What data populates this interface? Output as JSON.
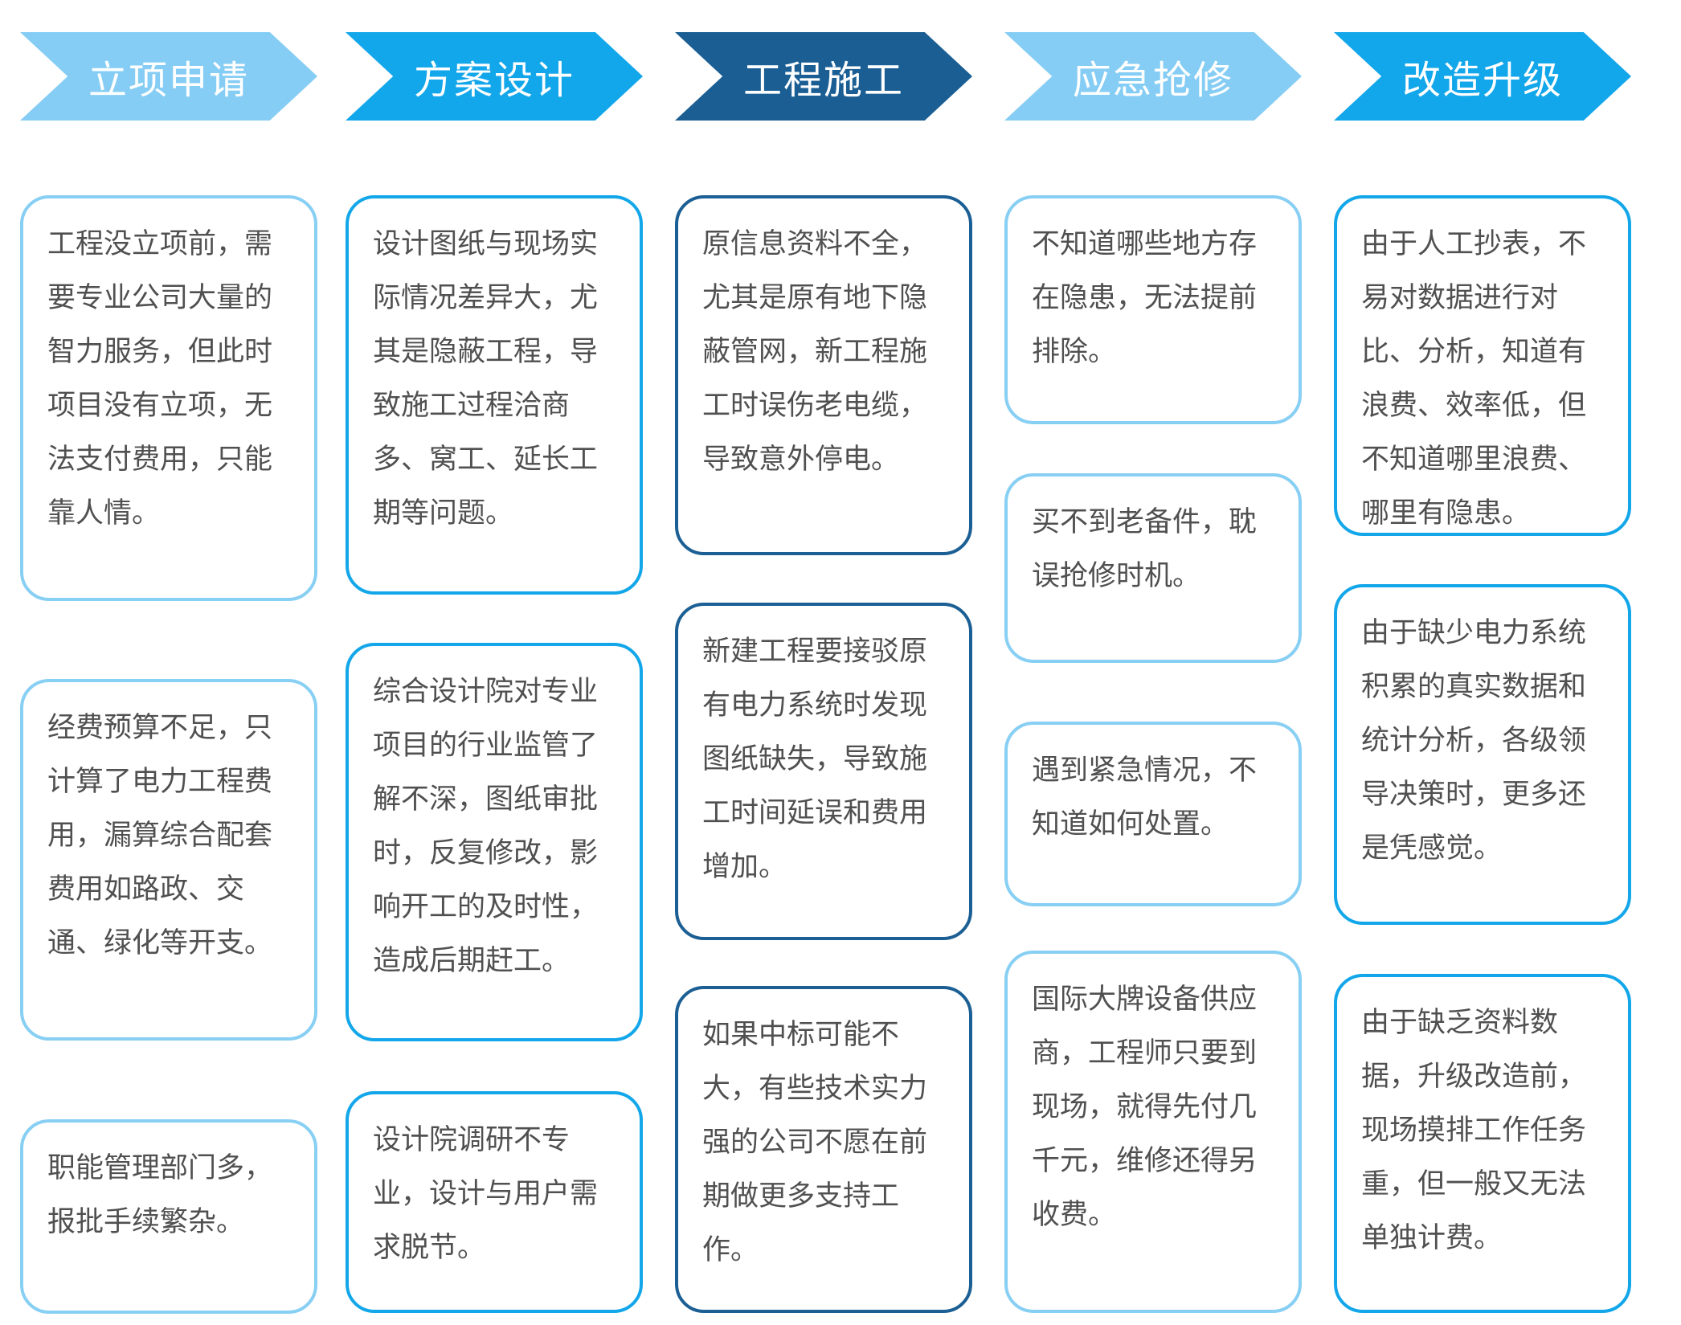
{
  "columns": [
    {
      "header": "立项申请",
      "cards": [
        "工程没立项前，需要专业公司大量的智力服务，但此时项目没有立项，无法支付费用，只能靠人情。",
        "经费预算不足，只计算了电力工程费用，漏算综合配套费用如路政、交通、绿化等开支。",
        "职能管理部门多，报批手续繁杂。"
      ]
    },
    {
      "header": "方案设计",
      "cards": [
        "设计图纸与现场实际情况差异大，尤其是隐蔽工程，导致施工过程洽商多、窝工、延长工期等问题。",
        "综合设计院对专业项目的行业监管了解不深，图纸审批时，反复修改，影响开工的及时性，造成后期赶工。",
        "设计院调研不专业，设计与用户需求脱节。"
      ]
    },
    {
      "header": "工程施工",
      "cards": [
        "原信息资料不全，尤其是原有地下隐蔽管网，新工程施工时误伤老电缆，导致意外停电。",
        "新建工程要接驳原有电力系统时发现图纸缺失，导致施工时间延误和费用增加。",
        "如果中标可能不大，有些技术实力强的公司不愿在前期做更多支持工作。"
      ]
    },
    {
      "header": "应急抢修",
      "cards": [
        "不知道哪些地方存在隐患，无法提前排除。",
        "买不到老备件，耽误抢修时机。",
        "遇到紧急情况，不知道如何处置。",
        "国际大牌设备供应商，工程师只要到现场，就得先付几千元，维修还得另收费。"
      ]
    },
    {
      "header": "改造升级",
      "cards": [
        "由于人工抄表，不易对数据进行对比、分析，知道有浪费、效率低，但不知道哪里浪费、哪里有隐患。",
        "由于缺少电力系统积累的真实数据和统计分析，各级领导决策时，更多还是凭感觉。",
        "由于缺乏资料数据，升级改造前，现场摸排工作任务重，但一般又无法单独计费。"
      ]
    }
  ],
  "colors": {
    "light": "#85cdf4",
    "mid": "#12a6ea",
    "dark": "#1a5e93",
    "text": "#505050"
  }
}
